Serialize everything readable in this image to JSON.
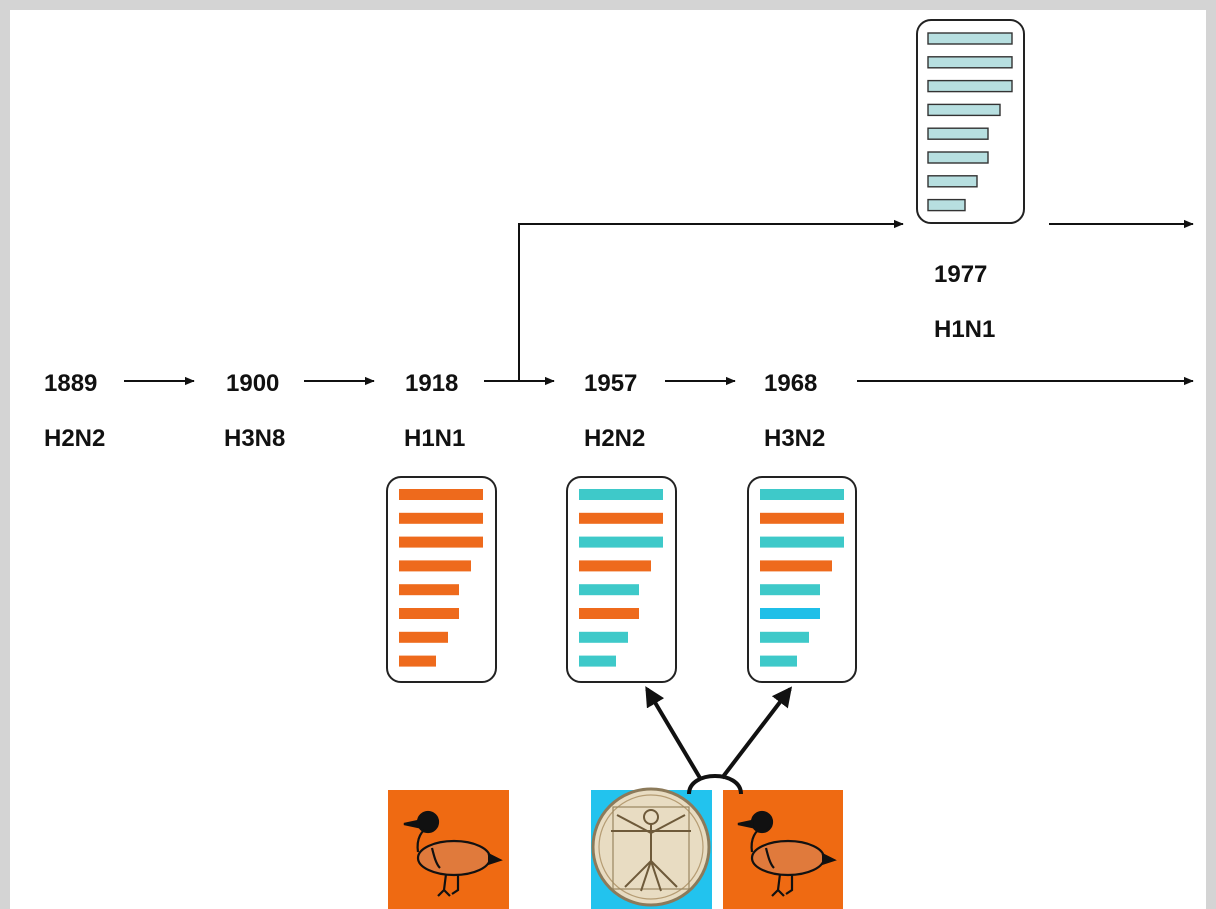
{
  "timeline": {
    "nodes": [
      {
        "year": "1889",
        "subtype": "H2N2"
      },
      {
        "year": "1900",
        "subtype": "H3N8"
      },
      {
        "year": "1918",
        "subtype": "H1N1"
      },
      {
        "year": "1957",
        "subtype": "H2N2"
      },
      {
        "year": "1968",
        "subtype": "H3N2"
      }
    ],
    "branch": {
      "year": "1977",
      "subtype": "H1N1"
    }
  },
  "genome_panels": [
    {
      "ref": "1918",
      "segments": [
        "human",
        "human",
        "human",
        "human",
        "human",
        "human",
        "human",
        "human"
      ]
    },
    {
      "ref": "1957",
      "segments": [
        "avian",
        "human",
        "avian",
        "human",
        "avian",
        "human",
        "avian",
        "avian"
      ]
    },
    {
      "ref": "1968",
      "segments": [
        "avian",
        "human",
        "avian",
        "human",
        "avian",
        "avian-bright",
        "avian",
        "avian"
      ]
    },
    {
      "ref": "1977",
      "segments": [
        "pale",
        "pale",
        "pale",
        "pale",
        "pale",
        "pale",
        "pale",
        "pale"
      ]
    }
  ],
  "segment_lengths": [
    1.0,
    1.0,
    1.0,
    0.86,
    0.72,
    0.72,
    0.58,
    0.44
  ],
  "colors": {
    "human": "#ee6a1c",
    "avian": "#3ec9c9",
    "avian-bright": "#1fbfe8",
    "pale": "#b7dfe0",
    "arrow": "#111111",
    "frame": "#d4d4d4",
    "duck_bg": "#ef6a12",
    "human_bg": "#22c3ee",
    "parchment": "#e8dcc2"
  },
  "sources": [
    {
      "kind": "avian",
      "icon": "duck-icon"
    },
    {
      "kind": "human",
      "icon": "vitruvian-man-icon"
    },
    {
      "kind": "avian",
      "icon": "duck-icon"
    }
  ]
}
